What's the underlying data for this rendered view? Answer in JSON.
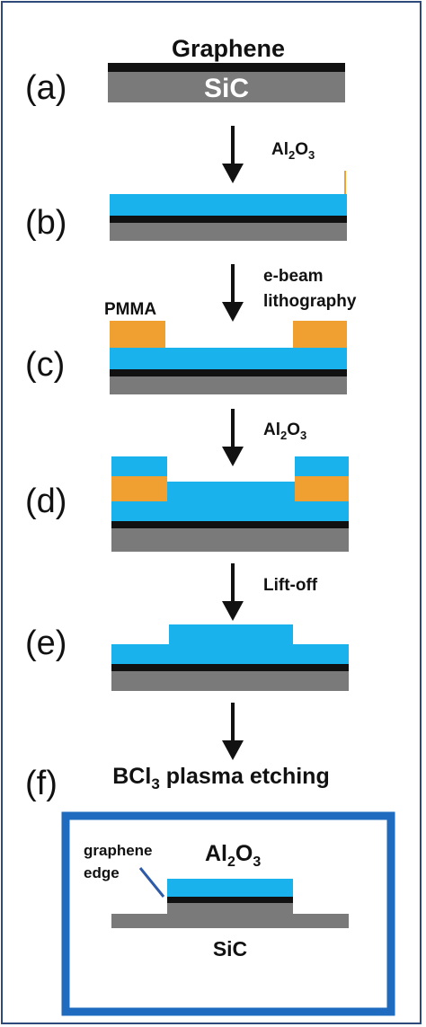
{
  "colors": {
    "sic": "#7a7a7a",
    "graphene": "#111111",
    "al2o3": "#1ab2ec",
    "pmma": "#f0a030",
    "inset_border": "#1e6bbf",
    "arrow": "#111111"
  },
  "steps": {
    "a": "(a)",
    "b": "(b)",
    "c": "(c)",
    "d": "(d)",
    "e": "(e)",
    "f": "(f)"
  },
  "labels": {
    "graphene": "Graphene",
    "sic": "SiC",
    "pmma": "PMMA",
    "al2o3_1_base": "Al",
    "al2o3_1_sub1": "2",
    "al2o3_1_mid": "O",
    "al2o3_1_sub2": "3",
    "ebeam_line1": "e-beam",
    "ebeam_line2": "lithography",
    "al2o3_2_base": "Al",
    "al2o3_2_sub1": "2",
    "al2o3_2_mid": "O",
    "al2o3_2_sub2": "3",
    "liftoff": "Lift-off",
    "etch_base": "BCl",
    "etch_sub": "3",
    "etch_rest": " plasma etching"
  },
  "inset": {
    "edge_line1": "graphene",
    "edge_line2": "edge",
    "al2o3_base": "Al",
    "al2o3_sub1": "2",
    "al2o3_mid": "O",
    "al2o3_sub2": "3",
    "sic": "SiC"
  }
}
